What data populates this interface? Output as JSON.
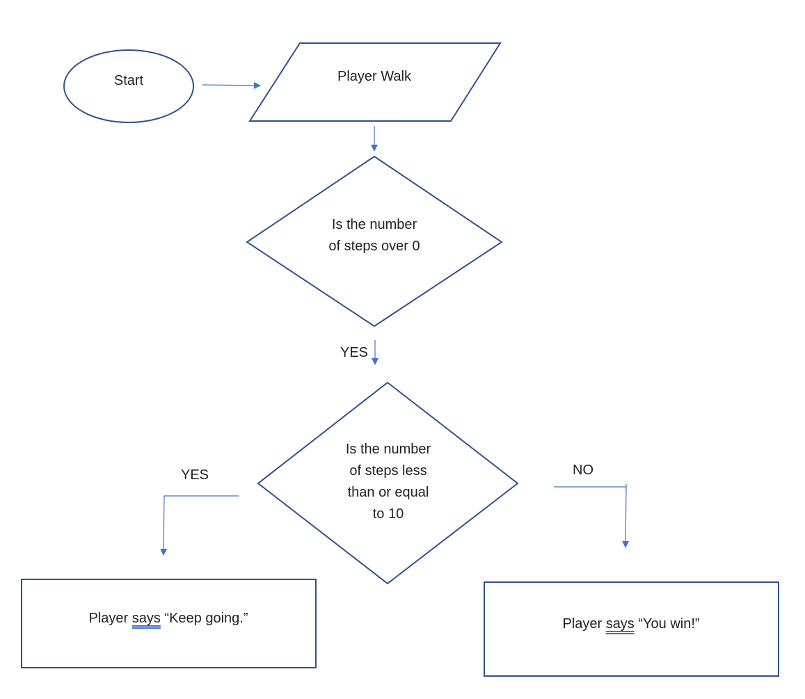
{
  "colors": {
    "shape_stroke": "#2f528f",
    "arrow": "#4472c4",
    "background": "#ffffff",
    "text": "#222222"
  },
  "nodes": {
    "start": {
      "shape": "ellipse",
      "label": "Start"
    },
    "walk": {
      "shape": "parallelogram",
      "label": "Player Walk"
    },
    "decision1": {
      "shape": "diamond",
      "line1": "Is the number",
      "line2": "of steps over 0"
    },
    "decision2": {
      "shape": "diamond",
      "line1": "Is the number",
      "line2": "of steps less",
      "line3": "than or equal",
      "line4": "to 10"
    },
    "keep_going": {
      "shape": "rectangle",
      "prefix": "Player ",
      "verb": "says",
      "quote": " “Keep going.”"
    },
    "you_win": {
      "shape": "rectangle",
      "prefix": "Player ",
      "verb": "says",
      "quote": " “You win!”"
    }
  },
  "edges": {
    "d1_yes": "YES",
    "d2_yes": "YES",
    "d2_no": "NO"
  }
}
